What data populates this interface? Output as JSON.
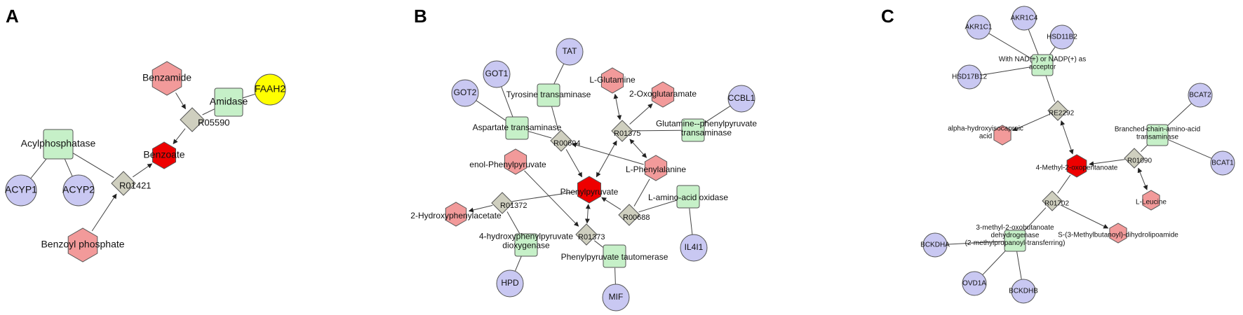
{
  "colors": {
    "gene": "#c9c8f2",
    "enzyme": "#c6f0c8",
    "compound": "#f29a9a",
    "focus_compound": "#ee0000",
    "reaction": "#cfcfbf",
    "highlight_gene": "#ffff00",
    "reaction_label_orange": "#ee8a00",
    "reaction_label_purple": "#9b1fd9"
  },
  "panels": [
    {
      "id": "A",
      "letter": "A",
      "nodes": [
        {
          "id": "benzamide",
          "type": "compound",
          "label": "Benzamide"
        },
        {
          "id": "faah2",
          "type": "highlight_gene",
          "label": "FAAH2"
        },
        {
          "id": "amidase",
          "type": "enzyme",
          "label": "Amidase"
        },
        {
          "id": "r05590",
          "type": "reaction",
          "label": "R05590",
          "label_color": "orange"
        },
        {
          "id": "benzoate",
          "type": "focus_compound",
          "label": "Benzoate"
        },
        {
          "id": "acylphosphatase",
          "type": "enzyme",
          "label": "Acylphosphatase"
        },
        {
          "id": "acyp1",
          "type": "gene",
          "label": "ACYP1"
        },
        {
          "id": "acyp2",
          "type": "gene",
          "label": "ACYP2"
        },
        {
          "id": "r01421",
          "type": "reaction",
          "label": "R01421",
          "label_color": "orange"
        },
        {
          "id": "benzoylphosphate",
          "type": "compound",
          "label": "Benzoyl phosphate"
        }
      ],
      "edges": [
        {
          "from": "faah2",
          "to": "amidase"
        },
        {
          "from": "amidase",
          "to": "r05590"
        },
        {
          "from": "benzamide",
          "to": "r05590",
          "arrow": "end"
        },
        {
          "from": "r05590",
          "to": "benzoate",
          "arrow": "end"
        },
        {
          "from": "acylphosphatase",
          "to": "acyp1"
        },
        {
          "from": "acylphosphatase",
          "to": "acyp2"
        },
        {
          "from": "acylphosphatase",
          "to": "r01421"
        },
        {
          "from": "r01421",
          "to": "benzoate",
          "arrow": "end"
        },
        {
          "from": "benzoylphosphate",
          "to": "r01421",
          "arrow": "end"
        }
      ]
    },
    {
      "id": "B",
      "letter": "B",
      "nodes": [
        {
          "id": "tat",
          "type": "gene",
          "label": "TAT"
        },
        {
          "id": "got1",
          "type": "gene",
          "label": "GOT1"
        },
        {
          "id": "got2",
          "type": "gene",
          "label": "GOT2"
        },
        {
          "id": "tyr_trans",
          "type": "enzyme",
          "label": "Tyrosine transaminase"
        },
        {
          "id": "asp_trans",
          "type": "enzyme",
          "label": "Aspartate transaminase"
        },
        {
          "id": "lglutamine",
          "type": "compound",
          "label": "L-Glutamine"
        },
        {
          "id": "oxoglutaramate",
          "type": "compound",
          "label": "2-Oxoglutaramate"
        },
        {
          "id": "ccbl1",
          "type": "gene",
          "label": "CCBL1"
        },
        {
          "id": "r01375",
          "type": "reaction",
          "label": "R01375",
          "label_color": "purple"
        },
        {
          "id": "gln_trans",
          "type": "enzyme",
          "label": "Glutamine--phenylpyruvate transaminase"
        },
        {
          "id": "r00694",
          "type": "reaction",
          "label": "R00694",
          "label_color": "purple"
        },
        {
          "id": "enolphenyl",
          "type": "compound",
          "label": "enol-Phenylpyruvate"
        },
        {
          "id": "lphe",
          "type": "compound",
          "label": "L-Phenylalanine"
        },
        {
          "id": "phenylpyruvate",
          "type": "focus_compound",
          "label": "Phenylpyruvate"
        },
        {
          "id": "laao",
          "type": "enzyme",
          "label": "L-amino-acid oxidase"
        },
        {
          "id": "r01372",
          "type": "reaction",
          "label": "R01372",
          "label_color": "orange"
        },
        {
          "id": "hydroxyphenylacetate",
          "type": "compound",
          "label": "2-Hydroxyphenylacetate"
        },
        {
          "id": "r00688",
          "type": "reaction",
          "label": "R00688",
          "label_color": "orange"
        },
        {
          "id": "hppd_enz",
          "type": "enzyme",
          "label": "4-hydroxyphenylpyruvate dioxygenase"
        },
        {
          "id": "r01373",
          "type": "reaction",
          "label": "R01373",
          "label_color": "purple"
        },
        {
          "id": "il4i1",
          "type": "gene",
          "label": "IL4I1"
        },
        {
          "id": "ppt",
          "type": "enzyme",
          "label": "Phenylpyruvate tautomerase"
        },
        {
          "id": "hpd",
          "type": "gene",
          "label": "HPD"
        },
        {
          "id": "mif",
          "type": "gene",
          "label": "MIF"
        }
      ],
      "edges": [
        {
          "from": "tat",
          "to": "tyr_trans"
        },
        {
          "from": "got1",
          "to": "asp_trans"
        },
        {
          "from": "got2",
          "to": "asp_trans"
        },
        {
          "from": "tyr_trans",
          "to": "r00694"
        },
        {
          "from": "asp_trans",
          "to": "r00694"
        },
        {
          "from": "lphe",
          "to": "r00694",
          "arrow": "end"
        },
        {
          "from": "r00694",
          "to": "phenylpyruvate",
          "arrow": "end"
        },
        {
          "from": "ccbl1",
          "to": "gln_trans"
        },
        {
          "from": "gln_trans",
          "to": "r01375"
        },
        {
          "from": "r01375",
          "to": "lglutamine",
          "arrow": "both"
        },
        {
          "from": "r01375",
          "to": "oxoglutaramate",
          "arrow": "end"
        },
        {
          "from": "r01375",
          "to": "lphe",
          "arrow": "both"
        },
        {
          "from": "r01375",
          "to": "phenylpyruvate",
          "arrow": "both"
        },
        {
          "from": "enolphenyl",
          "to": "r01373",
          "arrow": "end"
        },
        {
          "from": "r01373",
          "to": "phenylpyruvate",
          "arrow": "both"
        },
        {
          "from": "ppt",
          "to": "r01373"
        },
        {
          "from": "mif",
          "to": "ppt"
        },
        {
          "from": "phenylpyruvate",
          "to": "r01372"
        },
        {
          "from": "r01372",
          "to": "hydroxyphenylacetate",
          "arrow": "end"
        },
        {
          "from": "hppd_enz",
          "to": "r01372"
        },
        {
          "from": "hpd",
          "to": "hppd_enz"
        },
        {
          "from": "lphe",
          "to": "r00688"
        },
        {
          "from": "r00688",
          "to": "phenylpyruvate",
          "arrow": "end"
        },
        {
          "from": "laao",
          "to": "r00688"
        },
        {
          "from": "il4i1",
          "to": "laao"
        }
      ]
    },
    {
      "id": "C",
      "letter": "C",
      "nodes": [
        {
          "id": "akr1c1",
          "type": "gene",
          "label": "AKR1C1"
        },
        {
          "id": "akr1c4",
          "type": "gene",
          "label": "AKR1C4"
        },
        {
          "id": "hsd11b2",
          "type": "gene",
          "label": "HSD11B2"
        },
        {
          "id": "hsd17b12",
          "type": "gene",
          "label": "HSD17B12"
        },
        {
          "id": "nadp_enz",
          "type": "enzyme",
          "label": "With NAD(+) or NADP(+) as acceptor"
        },
        {
          "id": "re2292",
          "type": "reaction",
          "label": "RE2292",
          "label_color": "purple"
        },
        {
          "id": "ahic",
          "type": "compound",
          "label": "alpha-hydroxyisocaproic acid"
        },
        {
          "id": "bcat2",
          "type": "gene",
          "label": "BCAT2"
        },
        {
          "id": "bcaa_trans",
          "type": "enzyme",
          "label": "Branched-chain-amino-acid transaminase"
        },
        {
          "id": "bcat1",
          "type": "gene",
          "label": "BCAT1"
        },
        {
          "id": "r01090",
          "type": "reaction",
          "label": "R01090",
          "label_color": "purple"
        },
        {
          "id": "m2o",
          "type": "focus_compound",
          "label": "4-Methyl-2-oxopentanoate"
        },
        {
          "id": "lleucine",
          "type": "compound",
          "label": "L-Leucine"
        },
        {
          "id": "r01702",
          "type": "reaction",
          "label": "R01702",
          "label_color": "orange"
        },
        {
          "id": "s3mbdl",
          "type": "compound",
          "label": "S-(3-Methylbutanoyl)-dihydrolipoamide"
        },
        {
          "id": "bckdh",
          "type": "enzyme",
          "label": "3-methyl-2-oxobutanoate dehydrogenase (2-methylpropanoyl-transferring)"
        },
        {
          "id": "bckdha",
          "type": "gene",
          "label": "BCKDHA"
        },
        {
          "id": "ovd1a",
          "type": "gene",
          "label": "OVD1A"
        },
        {
          "id": "bckdhb",
          "type": "gene",
          "label": "BCKDHB"
        }
      ],
      "edges": [
        {
          "from": "akr1c1",
          "to": "nadp_enz"
        },
        {
          "from": "akr1c4",
          "to": "nadp_enz"
        },
        {
          "from": "hsd11b2",
          "to": "nadp_enz"
        },
        {
          "from": "hsd17b12",
          "to": "nadp_enz"
        },
        {
          "from": "nadp_enz",
          "to": "re2292"
        },
        {
          "from": "re2292",
          "to": "ahic",
          "arrow": "end"
        },
        {
          "from": "re2292",
          "to": "m2o",
          "arrow": "both"
        },
        {
          "from": "bcat2",
          "to": "bcaa_trans"
        },
        {
          "from": "bcat1",
          "to": "bcaa_trans"
        },
        {
          "from": "bcaa_trans",
          "to": "r01090"
        },
        {
          "from": "r01090",
          "to": "m2o",
          "arrow": "end"
        },
        {
          "from": "r01090",
          "to": "lleucine",
          "arrow": "both"
        },
        {
          "from": "m2o",
          "to": "r01702"
        },
        {
          "from": "r01702",
          "to": "s3mbdl",
          "arrow": "end"
        },
        {
          "from": "bckdh",
          "to": "r01702"
        },
        {
          "from": "bckdha",
          "to": "bckdh"
        },
        {
          "from": "ovd1a",
          "to": "bckdh"
        },
        {
          "from": "bckdhb",
          "to": "bckdh"
        }
      ]
    }
  ]
}
